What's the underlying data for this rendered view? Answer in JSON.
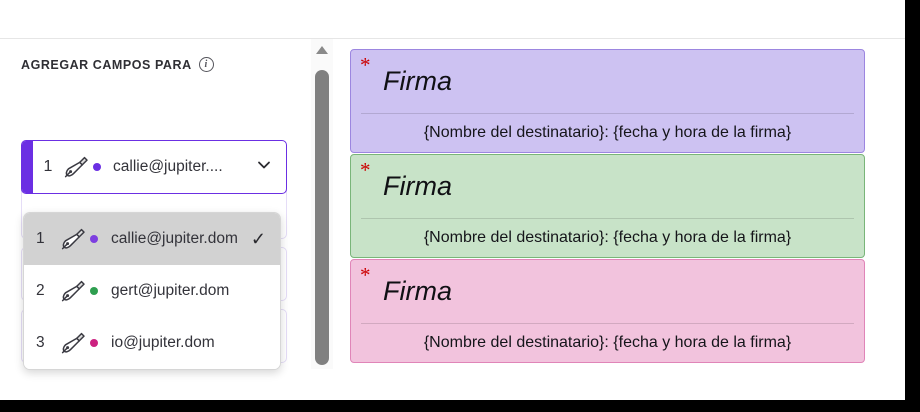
{
  "left_panel": {
    "heading": "AGREGAR CAMPOS PARA",
    "info_icon": "info-icon",
    "selected_recipient": {
      "number": "1",
      "pen_icon": "pen-nib-icon",
      "dot_color": "#6b2fe3",
      "email": "callie@jupiter....",
      "chevron_icon": "chevron-down-icon"
    },
    "dropdown": {
      "items": [
        {
          "number": "1",
          "pen_icon": "pen-nib-icon",
          "dot_color": "#7d3fe0",
          "email": "callie@jupiter.dom",
          "selected": true,
          "check_icon": "check-icon",
          "check_glyph": "✓"
        },
        {
          "number": "2",
          "pen_icon": "pen-nib-icon",
          "dot_color": "#2e9e4f",
          "email": "gert@jupiter.dom",
          "selected": false
        },
        {
          "number": "3",
          "pen_icon": "pen-nib-icon",
          "dot_color": "#cc2180",
          "email": "io@jupiter.dom",
          "selected": false
        }
      ]
    }
  },
  "scrollbar": {
    "up_arrow_icon": "scroll-up-arrow-icon",
    "thumb": "scrollbar-thumb"
  },
  "field_cards": [
    {
      "required_marker": "*",
      "title": "Firma",
      "subtitle": "{Nombre del destinatario}: {fecha y hora de la firma}",
      "fill_color": "#cdc2f2",
      "border_color": "#9c86e0"
    },
    {
      "required_marker": "*",
      "title": "Firma",
      "subtitle": "{Nombre del destinatario}: {fecha y hora de la firma}",
      "fill_color": "#c8e3c8",
      "border_color": "#79b579"
    },
    {
      "required_marker": "*",
      "title": "Firma",
      "subtitle": "{Nombre del destinatario}: {fecha y hora de la firma}",
      "fill_color": "#f2c3dd",
      "border_color": "#e085b8"
    }
  ]
}
